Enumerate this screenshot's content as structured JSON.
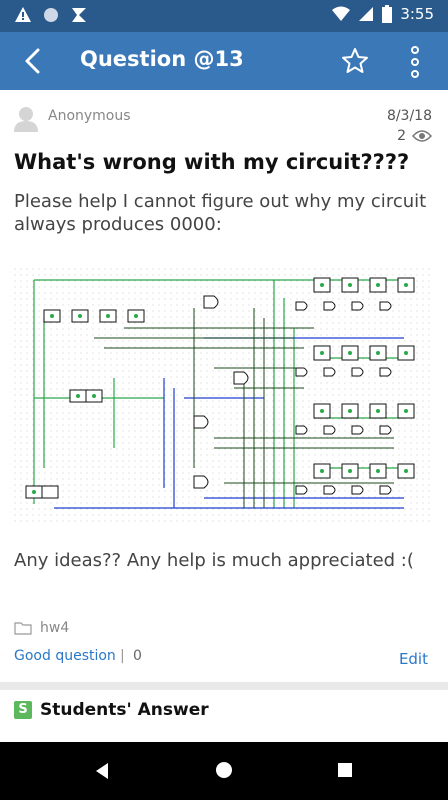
{
  "status_bar": {
    "time": "3:55"
  },
  "app_bar": {
    "title": "Question @13"
  },
  "post": {
    "author": "Anonymous",
    "date": "8/3/18",
    "views": "2",
    "title": "What's wrong with my circuit????",
    "body": "Please help I cannot figure out why my circuit always produces 0000:",
    "footer_text": "Any ideas?? Any help is much appreciated  :(",
    "tag": "hw4",
    "good_question_label": "Good question",
    "good_question_count": "0",
    "edit_label": "Edit"
  },
  "answer_section": {
    "badge": "S",
    "title": "Students' Answer"
  },
  "colors": {
    "status_bar": "#2a5a8c",
    "app_bar": "#3a78b8",
    "link": "#2a78c8",
    "badge": "#5cb85c"
  }
}
